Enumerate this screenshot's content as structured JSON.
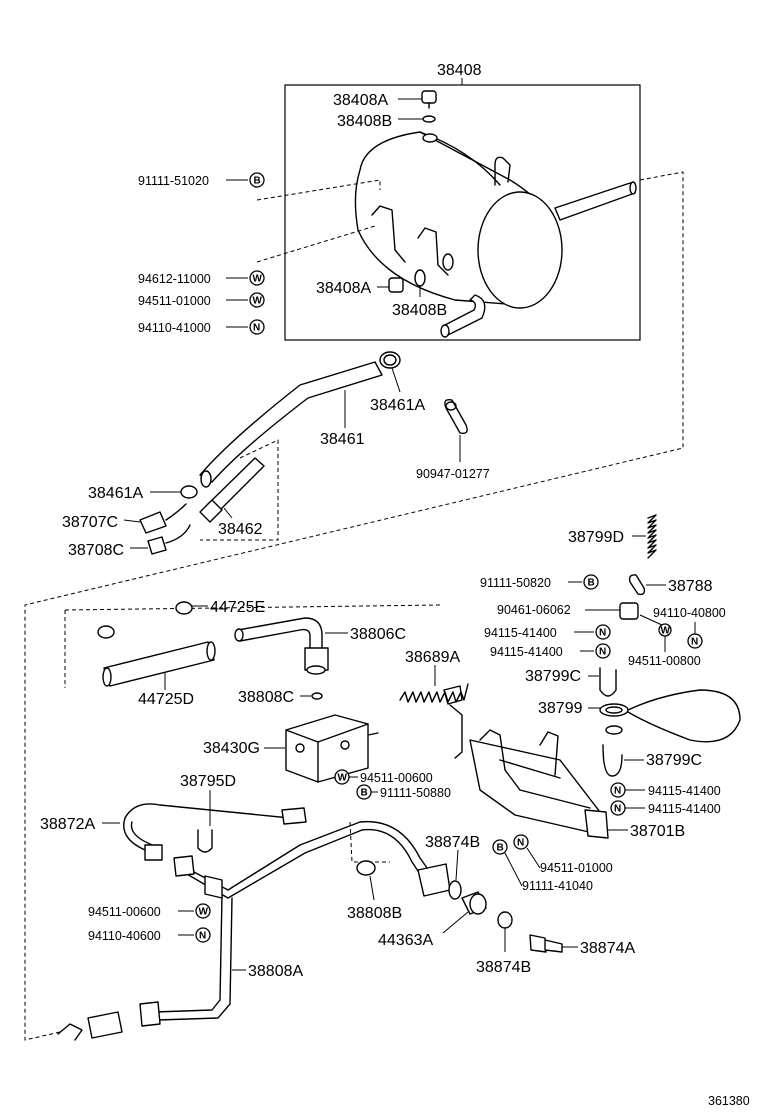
{
  "figure_code": "361380",
  "labels": {
    "tank": "38408",
    "tank_plug_top": "38408A",
    "tank_ring_top": "38408B",
    "tank_plug_side": "38408A",
    "tank_ring_side": "38408B",
    "hose_clamp_top": "38461A",
    "hose_main": "38461",
    "hose_clamp_lower": "38461A",
    "hose_short": "38462",
    "union_a": "38707C",
    "union_b": "38708C",
    "spring_d": "38799D",
    "link_38788": "38788",
    "hook_38799c_top": "38799C",
    "diaphragm_38799": "38799",
    "hook_38799c_bot": "38799C",
    "clamp_44725e": "44725E",
    "hose_44725d": "44725D",
    "hose_38806c": "38806C",
    "ring_38808c": "38808C",
    "spring_38689a": "38689A",
    "valve_38430g": "38430G",
    "clip_38795d": "38795D",
    "pipe_38872a": "38872A",
    "union_38874b_top": "38874B",
    "bracket_38701b": "38701B",
    "clamp_38808b": "38808B",
    "plug_44363a": "44363A",
    "washer_38874b_bot": "38874B",
    "bolt_38874a": "38874A",
    "pipe_38808a": "38808A"
  },
  "fasteners": [
    {
      "code": "91111-51020",
      "symbol": "B"
    },
    {
      "code": "94612-11000",
      "symbol": "W"
    },
    {
      "code": "94511-01000",
      "symbol": "W"
    },
    {
      "code": "94110-41000",
      "symbol": "N"
    },
    {
      "code": "90947-01277",
      "symbol": ""
    },
    {
      "code": "91111-50820",
      "symbol": "B"
    },
    {
      "code": "90461-06062",
      "symbol": ""
    },
    {
      "code": "94110-40800",
      "symbol": "N"
    },
    {
      "code": "94115-41400",
      "symbol": "N"
    },
    {
      "code": "94115-41400",
      "symbol": "N"
    },
    {
      "code": "94511-00800",
      "symbol": "W"
    },
    {
      "code": "94511-00600",
      "symbol": "W"
    },
    {
      "code": "91111-50880",
      "symbol": "B"
    },
    {
      "code": "94115-41400",
      "symbol": "N"
    },
    {
      "code": "94115-41400",
      "symbol": "N"
    },
    {
      "code": "94511-01000",
      "symbol": "N"
    },
    {
      "code": "91111-41040",
      "symbol": "B"
    },
    {
      "code": "94511-00600",
      "symbol": "W"
    },
    {
      "code": "94110-40600",
      "symbol": "N"
    }
  ]
}
